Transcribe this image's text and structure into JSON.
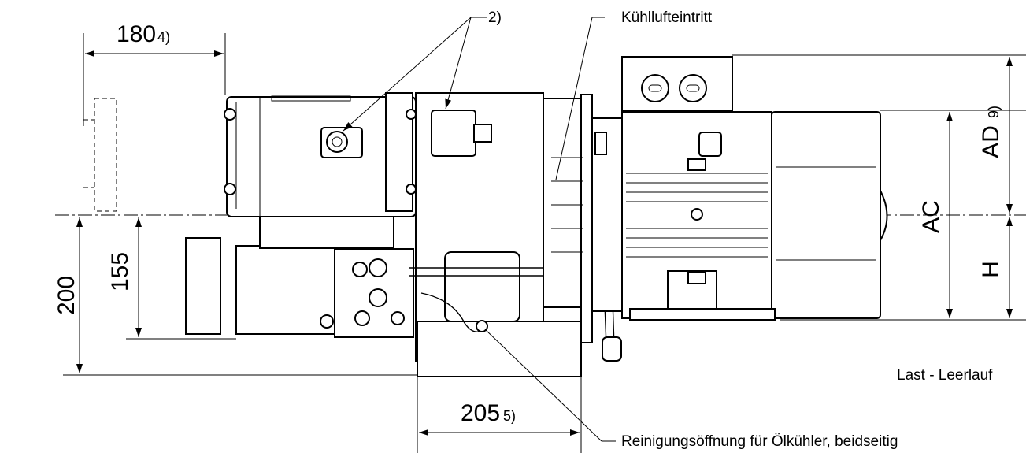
{
  "dimensions": {
    "d180": {
      "value": "180",
      "note": "4)"
    },
    "d205": {
      "value": "205",
      "note": "5)"
    },
    "d200": {
      "value": "200"
    },
    "d155": {
      "value": "155"
    },
    "ad": {
      "value": "AD",
      "note": "9)"
    },
    "ac": {
      "value": "AC"
    },
    "h": {
      "value": "H"
    }
  },
  "callouts": {
    "note2": "2)",
    "air_inlet": "Kühllufteintritt",
    "cleaning_opening": "Reinigungsöffnung für Ölkühler, beidseitig",
    "load_idle": "Last - Leerlauf"
  }
}
